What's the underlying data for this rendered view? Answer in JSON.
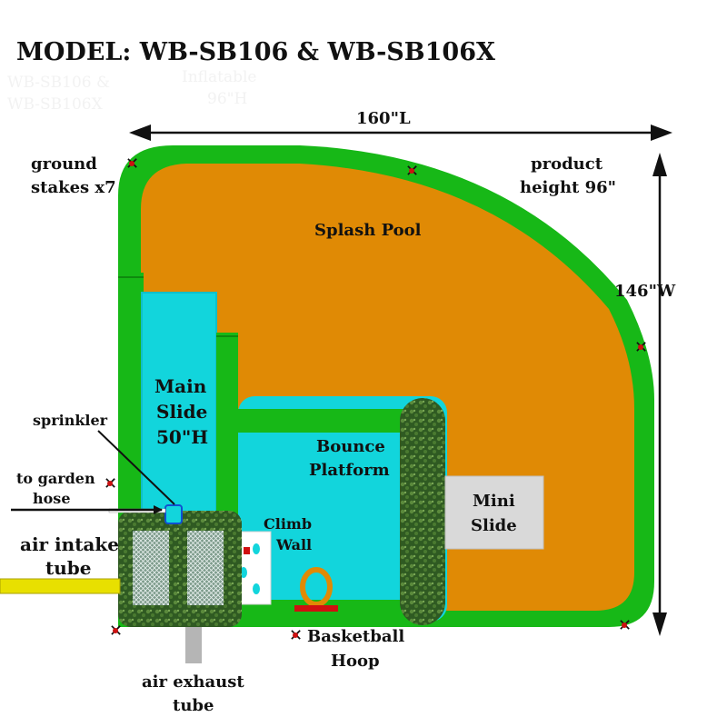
{
  "title": "MODEL: WB-SB106 & WB-SB106X",
  "ghost_text": {
    "line1": "WB-SB106 &",
    "line2": "WB-SB106X",
    "line3": "Inflatable",
    "line4": "96\"H"
  },
  "dimensions": {
    "length": "160\"L",
    "width": "146\"W",
    "height_line1": "product",
    "height_line2": "height 96\""
  },
  "labels": {
    "ground_stakes_line1": "ground",
    "ground_stakes_line2": "stakes x7",
    "splash_pool": "Splash Pool",
    "main_slide_line1": "Main",
    "main_slide_line2": "Slide",
    "main_slide_line3": "50\"H",
    "sprinkler": "sprinkler",
    "garden_hose_line1": "to garden",
    "garden_hose_line2": "hose",
    "air_intake_line1": "air intake",
    "air_intake_line2": "tube",
    "bounce_line1": "Bounce",
    "bounce_line2": "Platform",
    "climb_line1": "Climb",
    "climb_line2": "Wall",
    "mini_slide_line1": "Mini",
    "mini_slide_line2": "Slide",
    "basketball_line1": "Basketball",
    "basketball_line2": "Hoop",
    "exhaust_line1": "air exhaust",
    "exhaust_line2": "tube"
  },
  "colors": {
    "green": "#17b817",
    "pool": "#e08a05",
    "cyan": "#12d5dc",
    "cyan_dark": "#0fbfc8",
    "hedge": "#3d6a2a",
    "yellow_tube": "#e8e000",
    "gray_tube": "#b5b5b5",
    "mini_slide": "#d9d9d9",
    "stake": "#cc1111",
    "arrow": "#111111"
  }
}
